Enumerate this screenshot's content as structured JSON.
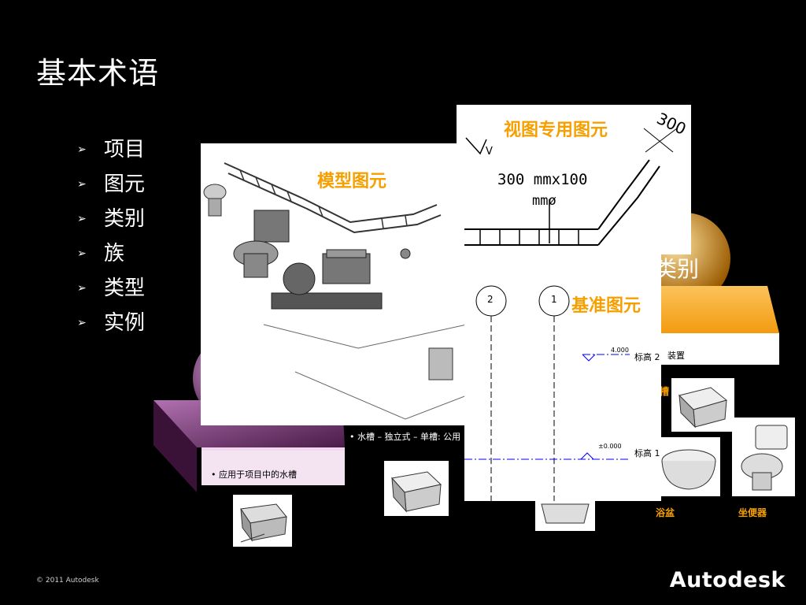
{
  "slide": {
    "title": "基本术语",
    "bullets": [
      "项目",
      "图元",
      "类别",
      "族",
      "类型",
      "实例"
    ]
  },
  "labels": {
    "model_elements": "模型图元",
    "view_specific_elements": "视图专用图元",
    "category": "类别",
    "datum_elements": "基准图元"
  },
  "view_card": {
    "dimension_text": "300 mmx100",
    "dimension_text2": "mmø",
    "dim_tag": "300",
    "v_mark": "V"
  },
  "datum_card": {
    "grid_2": "2",
    "grid_1": "1",
    "level_2_value": "4.000",
    "level_2_name": "标高 2",
    "level_1_value": "±0.000",
    "level_1_name": "标高 1",
    "level_2_suffix": "装置"
  },
  "family_card": {
    "bullet_project": "• 应用于项目中的水槽",
    "bullet_sink": "• 水槽 – 独立式 – 单槽: 公用",
    "sink_label_partial": "槽",
    "bathtub": "浴盆",
    "toilet": "坐便器"
  },
  "footer": {
    "copyright": "© 2011 Autodesk",
    "brand": "Autodesk"
  },
  "colors": {
    "accent": "#f5a000",
    "background": "#000000",
    "purple": "#7a3a78",
    "orange_block": "#f7a823"
  }
}
